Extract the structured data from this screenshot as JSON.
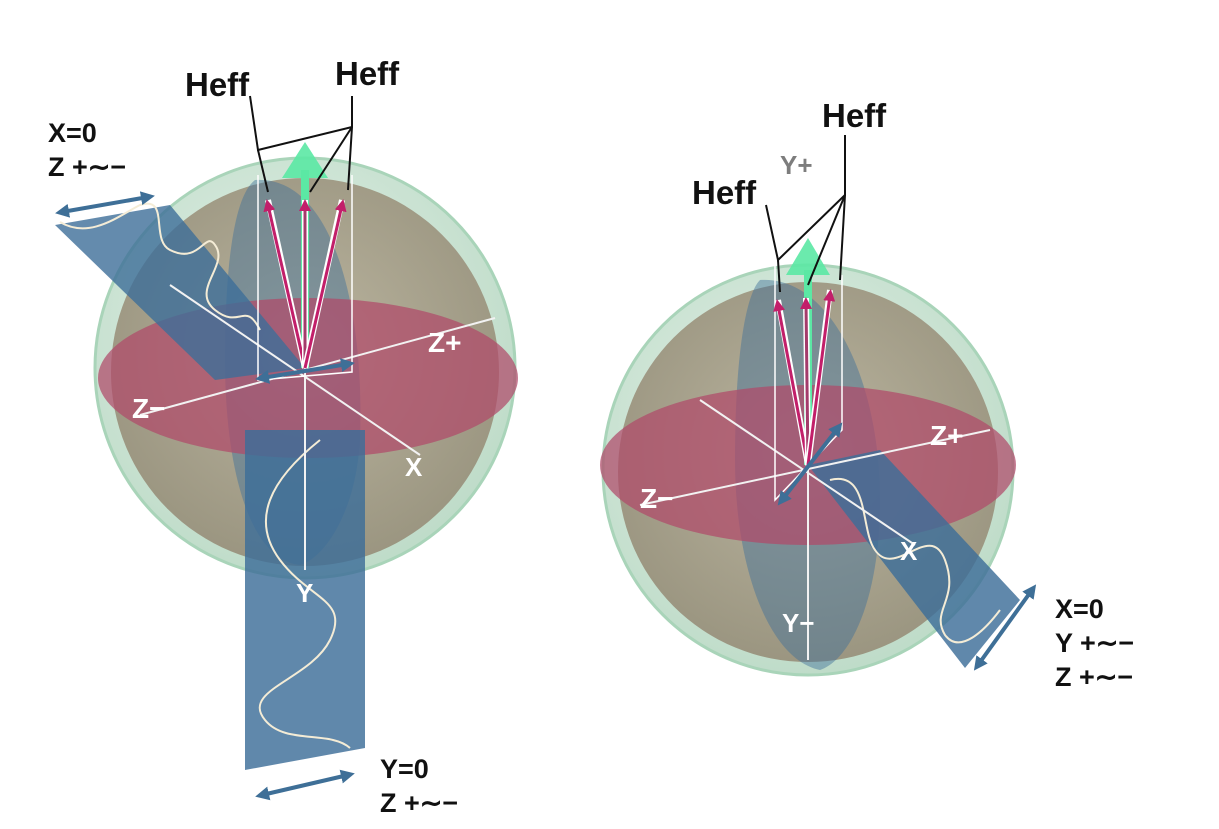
{
  "colors": {
    "sphere_shell": "#cfe6d8",
    "sphere_body": "#a49e8b",
    "equator_plane": "#b04a6a",
    "wave_panel": "#3d6e99",
    "wave_line": "#f4ecd6",
    "heff_arrow": "#c21f6a",
    "y_arrow": "#5be8a4",
    "axis_line": "#f2f2f2",
    "guide_line": "#ffffff",
    "label_text": "#111111"
  },
  "left": {
    "heff_labels": [
      "Heff",
      "Heff"
    ],
    "axis_labels": {
      "z_plus": "Z+",
      "z_minus": "Z−",
      "x": "X",
      "y": "Y"
    },
    "top_note": [
      "X=0",
      "Z +∼−"
    ],
    "bottom_note": [
      "Y=0",
      "Z +∼−"
    ]
  },
  "right": {
    "heff_labels": [
      "Heff",
      "Heff"
    ],
    "axis_labels": {
      "y_plus": "Y+",
      "z_plus": "Z+",
      "z_minus": "Z−",
      "x": "X",
      "y_minus": "Y−"
    },
    "note": [
      "X=0",
      "Y +∼−",
      "Z +∼−"
    ]
  }
}
